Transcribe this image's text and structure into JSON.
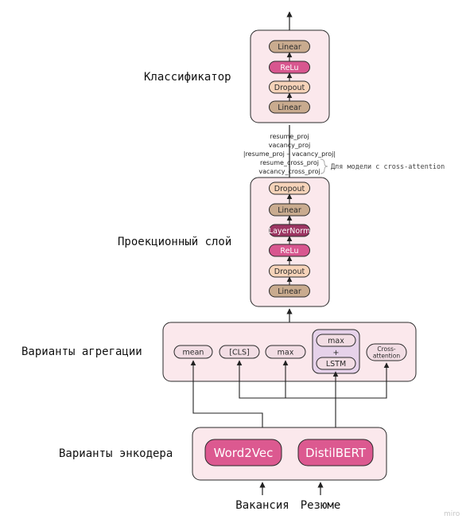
{
  "labels": {
    "classifier": "Классификатор",
    "projection": "Проекционный слой",
    "aggregation": "Варианты агрегации",
    "encoder": "Варианты энкодера"
  },
  "classifier_layers": [
    "Linear",
    "ReLu",
    "Dropout",
    "Linear"
  ],
  "projection_layers": [
    "Dropout",
    "Linear",
    "LayerNorm",
    "ReLu",
    "Dropout",
    "Linear"
  ],
  "features": [
    "resume_proj",
    "vacancy_proj",
    "|resume_proj – vacancy_proj|",
    "resume_cross_proj",
    "vacancy_cross_proj"
  ],
  "cross_attention_note": "Для модели с cross-attention",
  "aggregation": {
    "mean": "mean",
    "cls": "[CLS]",
    "max": "max",
    "combo_max": "max",
    "combo_plus": "+",
    "combo_lstm": "LSTM",
    "cross_attention_line1": "Cross-",
    "cross_attention_line2": "attention"
  },
  "encoders": {
    "word2vec": "Word2Vec",
    "distilbert": "DistilBERT"
  },
  "inputs": {
    "vacancy": "Вакансия",
    "resume": "Резюме"
  },
  "logo": "miro",
  "colors": {
    "panel_fill": "#fbe8ec",
    "linear": "#c9ab8f",
    "relu": "#d8568f",
    "dropout": "#f6d3b9",
    "layernorm": "#9c3562",
    "encoder": "#dc5990"
  }
}
